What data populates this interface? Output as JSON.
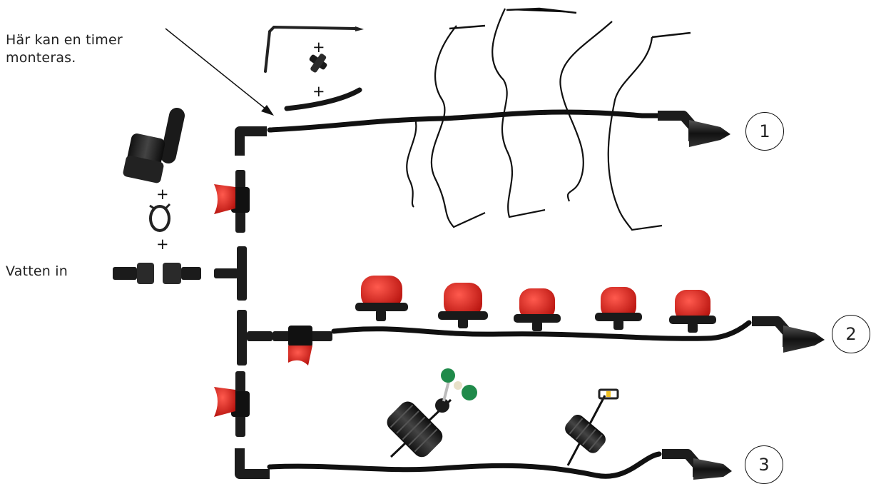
{
  "notes": {
    "timer": "Här kan en timer\nmonteras.",
    "water_in": "Vatten in"
  },
  "plus_sign": "+",
  "outlets": [
    {
      "number": "1"
    },
    {
      "number": "2"
    },
    {
      "number": "3"
    }
  ],
  "colors": {
    "hose": "#111111",
    "valve_red": "#e0261f",
    "dripper_red": "#d91f1f",
    "sprayer_green": "#1f8a4a"
  },
  "icons": [
    "hose-connector-icon",
    "hose-clamp-icon",
    "tap-adapter-icon",
    "elbow-connector-icon",
    "shutoff-valve-icon",
    "tee-connector-icon",
    "end-plug-icon",
    "dripper-icon",
    "mini-sprayer-icon",
    "drip-stake-icon",
    "barbed-connector-icon"
  ]
}
